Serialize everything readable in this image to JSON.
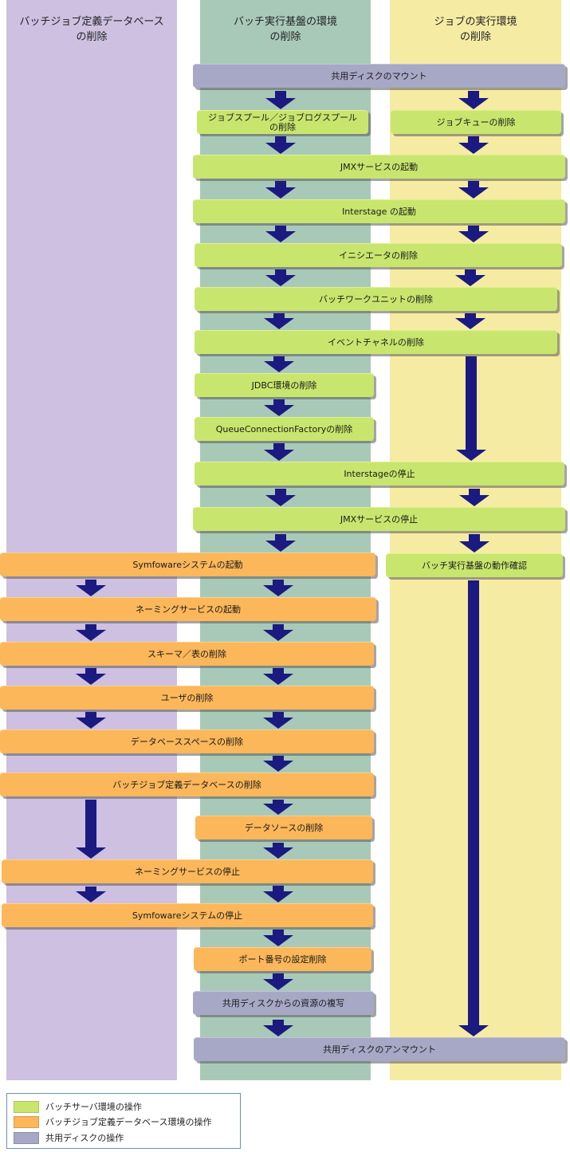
{
  "lanes": {
    "left": "バッチジョブ定義データベース\nの削除",
    "middle": "バッチ実行基盤の環境\nの削除",
    "right": "ジョブの実行環境\nの削除"
  },
  "colors": {
    "lane_left": "#cdc0e0",
    "lane_middle": "#a9c9b8",
    "lane_right": "#f6eba3",
    "batch_server": "#c8e66e",
    "batch_db": "#fbb75a",
    "shared_disk": "#a6a8c5",
    "arrow": "#1a1a80"
  },
  "steps": {
    "mount": "共用ディスクのマウント",
    "jobspool": "ジョブスプール／ジョブログスプール\nの削除",
    "jobqueue": "ジョブキューの削除",
    "jmx_start": "JMXサービスの起動",
    "is_start": "Interstage の起動",
    "initiator": "イニシエータの削除",
    "workunit": "バッチワークユニットの削除",
    "eventch": "イベントチャネルの削除",
    "jdbc": "JDBC環境の削除",
    "qcf": "QueueConnectionFactoryの削除",
    "is_stop": "Interstageの停止",
    "jmx_stop": "JMXサービスの停止",
    "sym_start": "Symfowareシステムの起動",
    "verify": "バッチ実行基盤の動作確認",
    "naming_start": "ネーミングサービスの起動",
    "schema": "スキーマ／表の削除",
    "user": "ユーザの削除",
    "dbspace": "データベーススペースの削除",
    "jobdb": "バッチジョブ定義データベースの削除",
    "datasource": "データソースの削除",
    "naming_stop": "ネーミングサービスの停止",
    "sym_stop": "Symfowareシステムの停止",
    "port": "ポート番号の設定削除",
    "copy": "共用ディスクからの資源の複写",
    "unmount": "共用ディスクのアンマウント"
  },
  "legend": {
    "batch_server": "バッチサーバ環境の操作",
    "batch_db": "バッチジョブ定義データベース環境の操作",
    "shared_disk": "共用ディスクの操作"
  }
}
